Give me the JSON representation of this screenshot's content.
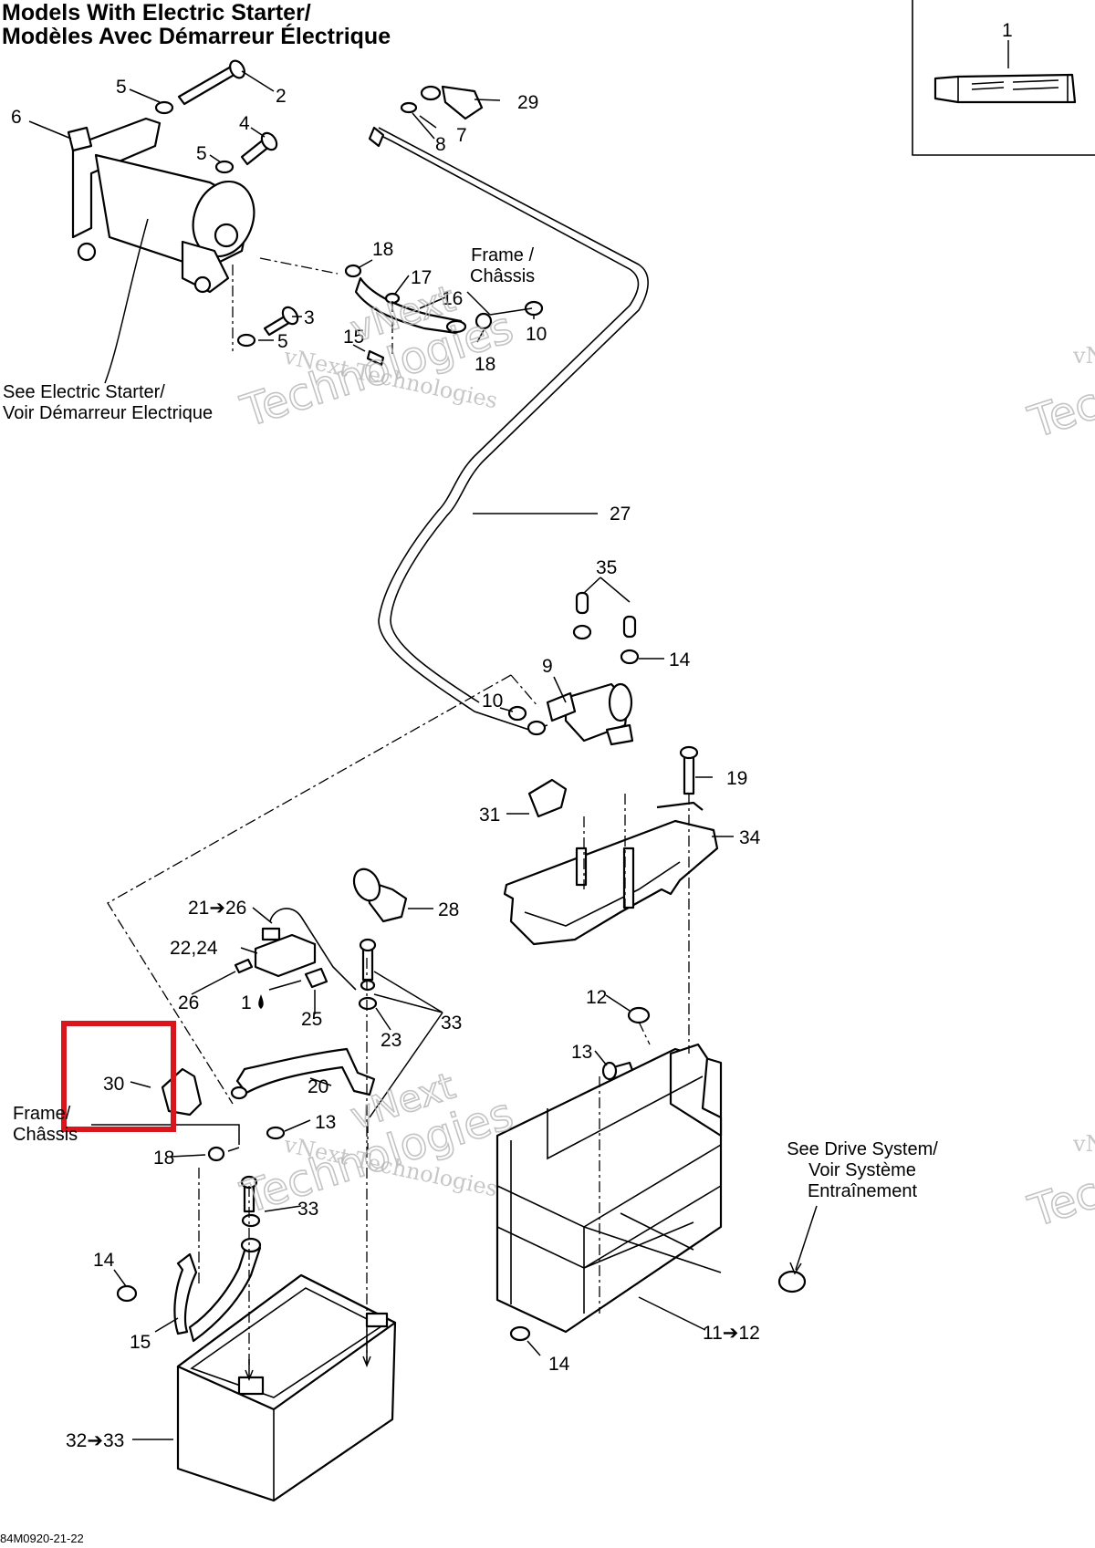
{
  "title": {
    "line1": "Models With Electric Starter/",
    "line2": "Modèles Avec Démarreur Électrique"
  },
  "notes": {
    "electric_starter": [
      "See Electric Starter/",
      "Voir Démarreur Electrique"
    ],
    "frame_top": [
      "Frame /",
      "Châssis"
    ],
    "frame_left": [
      "Frame/",
      "Châssis"
    ],
    "drive_system": [
      "See Drive System/",
      "Voir Système",
      "Entraînement"
    ]
  },
  "callouts": {
    "c1": "1",
    "c2": "2",
    "c3": "3",
    "c4": "4",
    "c5a": "5",
    "c5b": "5",
    "c5c": "5",
    "c6": "6",
    "c7": "7",
    "c8": "8",
    "c29": "29",
    "c18a": "18",
    "c17": "17",
    "c16": "16",
    "c15a": "15",
    "c18b": "18",
    "c10a": "10",
    "c27": "27",
    "c35": "35",
    "c14a": "14",
    "c9": "9",
    "c10b": "10",
    "c19": "19",
    "c31": "31",
    "c34": "34",
    "c28": "28",
    "c21": "21➔26",
    "c22": "22,24",
    "c26": "26",
    "c1b": "1",
    "c25": "25",
    "c23": "23",
    "c33a": "33",
    "c12": "12",
    "c13a": "13",
    "c30": "30",
    "c20": "20",
    "c13b": "13",
    "c18c": "18",
    "c33b": "33",
    "c14b": "14",
    "c15b": "15",
    "c14c": "14",
    "c11": "11➔12",
    "c32": "32➔33"
  },
  "watermark": {
    "brand": "vNext Technologies",
    "line1": "vNext",
    "line2": "Technologies"
  },
  "highlight": {
    "target": "30",
    "color": "#d9161e"
  },
  "drawing_code": "84M0920-21-22"
}
